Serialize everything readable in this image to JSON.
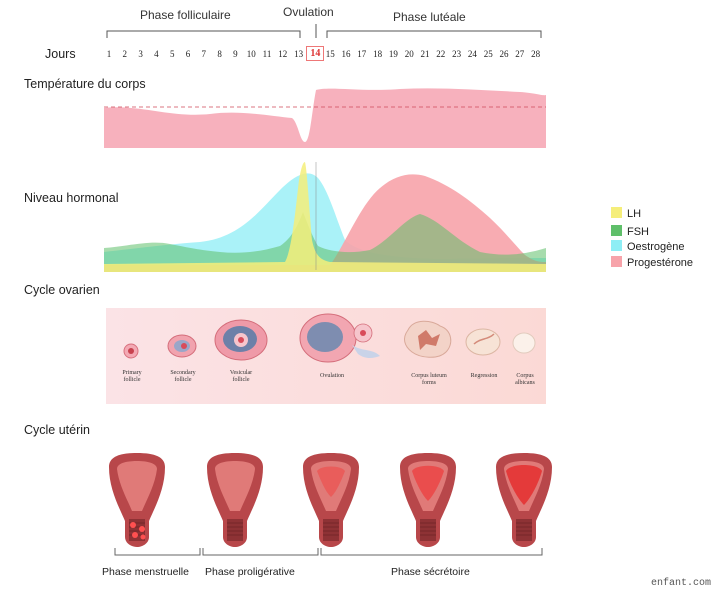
{
  "phases_top": {
    "follicular": "Phase folliculaire",
    "ovulation": "Ovulation",
    "luteal": "Phase lutéale"
  },
  "days_label": "Jours",
  "days": [
    "1",
    "2",
    "3",
    "4",
    "5",
    "6",
    "7",
    "8",
    "9",
    "10",
    "11",
    "12",
    "13",
    "14",
    "15",
    "16",
    "17",
    "18",
    "19",
    "20",
    "21",
    "22",
    "23",
    "24",
    "25",
    "26",
    "27",
    "28"
  ],
  "ovulation_day": "14",
  "sections": {
    "temperature": "Température du corps",
    "hormones": "Niveau hormonal",
    "ovarian": "Cycle ovarien",
    "uterine": "Cycle utérin"
  },
  "legend": [
    {
      "label": "LH",
      "color": "#f5ee7a"
    },
    {
      "label": "FSH",
      "color": "#5fbf6a"
    },
    {
      "label": "Oestrogène",
      "color": "#8eeef5"
    },
    {
      "label": "Progestérone",
      "color": "#f7a3aa"
    }
  ],
  "ovarian_stages": [
    {
      "line1": "Primary",
      "line2": "follicle"
    },
    {
      "line1": "Secondary",
      "line2": "follicle"
    },
    {
      "line1": "Vesicular",
      "line2": "follicle"
    },
    {
      "line1": "Ovulation",
      "line2": ""
    },
    {
      "line1": "Corpus luteum",
      "line2": "forms"
    },
    {
      "line1": "Regression",
      "line2": ""
    },
    {
      "line1": "Corpus",
      "line2": "albicans"
    }
  ],
  "uterine_phases": {
    "menstrual": "Phase menstruelle",
    "proliferative": "Phase proligérative",
    "secretory": "Phase sécrétoire"
  },
  "watermark": "enfant.com",
  "colors": {
    "temperature": "#f6a9b6",
    "lh": "#f5ee7a",
    "fsh": "#5fbf6a",
    "oestrogen": "#8eeef5",
    "progesterone": "#f7a3aa",
    "uterus": "#b8474a"
  }
}
